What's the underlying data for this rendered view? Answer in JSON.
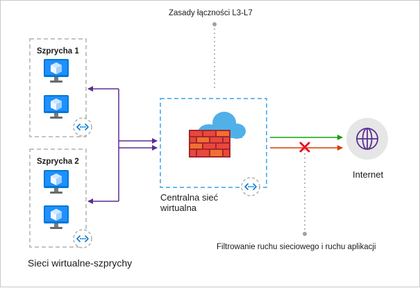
{
  "top_label": "Zasady łączności L3-L7",
  "spoke1_label": "Szprycha 1",
  "spoke2_label": "Szprycha 2",
  "hub_label": "Centralna sieć wirtualna",
  "internet_label": "Internet",
  "filter_label": "Filtrowanie ruchu sieciowego i ruchu aplikacji",
  "spokes_label": "Sieci wirtualne-szprychy",
  "colors": {
    "peering_line": "#5a2d91",
    "allowed_flow": "#13a10e",
    "blocked_flow": "#d83b01",
    "block_mark": "#e81123",
    "dashed_border_gray": "#b0b0b0",
    "dashed_border_blue": "#3aa0e8",
    "vm_blue": "#0078d4",
    "firewall_red": "#c0392b",
    "cloud_blue": "#50b0e8",
    "globe_purple": "#5a2d91"
  },
  "icons": [
    "vm-icon",
    "vnet-peering-icon",
    "firewall-icon",
    "cloud-icon",
    "globe-icon",
    "block-x-icon"
  ]
}
